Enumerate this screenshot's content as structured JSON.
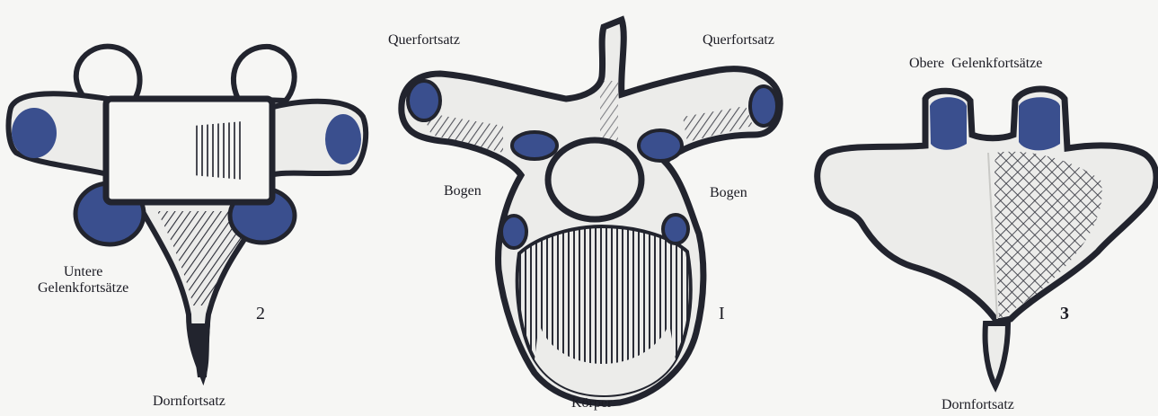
{
  "figure_2": {
    "number": "2",
    "label_lower_articular_1": "Untere",
    "label_lower_articular_2": "Gelenkfortsätze",
    "label_spinous": "Dornfortsatz"
  },
  "figure_1": {
    "number": "I",
    "label_transverse_left": "Querfortsatz",
    "label_transverse_right": "Querfortsatz",
    "label_arch_left": "Bogen",
    "label_arch_right": "Bogen",
    "label_body": "Körper"
  },
  "figure_3": {
    "number": "3",
    "label_upper_articular": "Obere  Gelenkfortsätze",
    "label_spinous": "Dornfortsatz"
  },
  "colors": {
    "outline": "#22242e",
    "facet_blue": "#3a4f8e",
    "bone_fill": "#ececea",
    "paper": "#f6f6f4"
  }
}
